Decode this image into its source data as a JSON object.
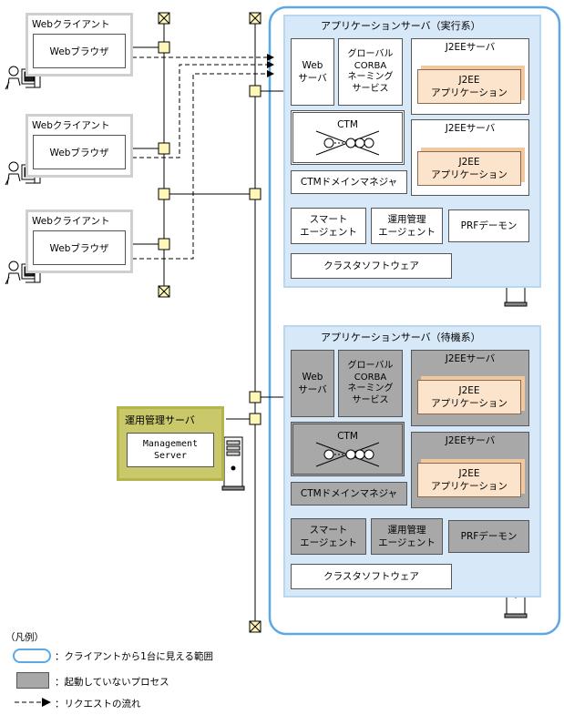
{
  "clients": [
    {
      "title": "Webクライアント",
      "browser": "Webブラウザ"
    },
    {
      "title": "Webクライアント",
      "browser": "Webブラウザ"
    },
    {
      "title": "Webクライアント",
      "browser": "Webブラウザ"
    }
  ],
  "active_server": {
    "title": "アプリケーションサーバ（実行系）",
    "web_server": "Web\nサーバ",
    "naming": "グローバル\nCORBA\nネーミング\nサービス",
    "j2ee_server_1": "J2EEサーバ",
    "j2ee_app_1": "J2EE\nアプリケーション",
    "ctm": "CTM",
    "ctm_domain_manager": "CTMドメインマネジャ",
    "j2ee_server_2": "J2EEサーバ",
    "j2ee_app_2": "J2EE\nアプリケーション",
    "smart_agent": "スマート\nエージェント",
    "mgmt_agent": "運用管理\nエージェント",
    "prf_daemon": "PRFデーモン",
    "cluster_software": "クラスタソフトウェア"
  },
  "standby_server": {
    "title": "アプリケーションサーバ（待機系）",
    "web_server": "Web\nサーバ",
    "naming": "グローバル\nCORBA\nネーミング\nサービス",
    "j2ee_server_1": "J2EEサーバ",
    "j2ee_app_1": "J2EE\nアプリケーション",
    "ctm": "CTM",
    "ctm_domain_manager": "CTMドメインマネジャ",
    "j2ee_server_2": "J2EEサーバ",
    "j2ee_app_2": "J2EE\nアプリケーション",
    "smart_agent": "スマート\nエージェント",
    "mgmt_agent": "運用管理\nエージェント",
    "prf_daemon": "PRFデーモン",
    "cluster_software": "クラスタソフトウェア"
  },
  "management_server": {
    "title": "運用管理サーバ",
    "inner": "Management\nServer"
  },
  "legend": {
    "title": "（凡例）",
    "visible_range": "：クライアントから1台に見える範囲",
    "inactive_process": "：起動していないプロセス",
    "request_flow": "：リクエストの流れ"
  },
  "colors": {
    "panel_fill": "#d7e9f9",
    "outer_range_border": "#5ba7e8",
    "inactive_gray": "#a8a8a8",
    "j2ee_app_fill": "#fbe3cc",
    "mgmt_server_fill": "#c9c86a",
    "connector_fill": "#fff7b8"
  }
}
